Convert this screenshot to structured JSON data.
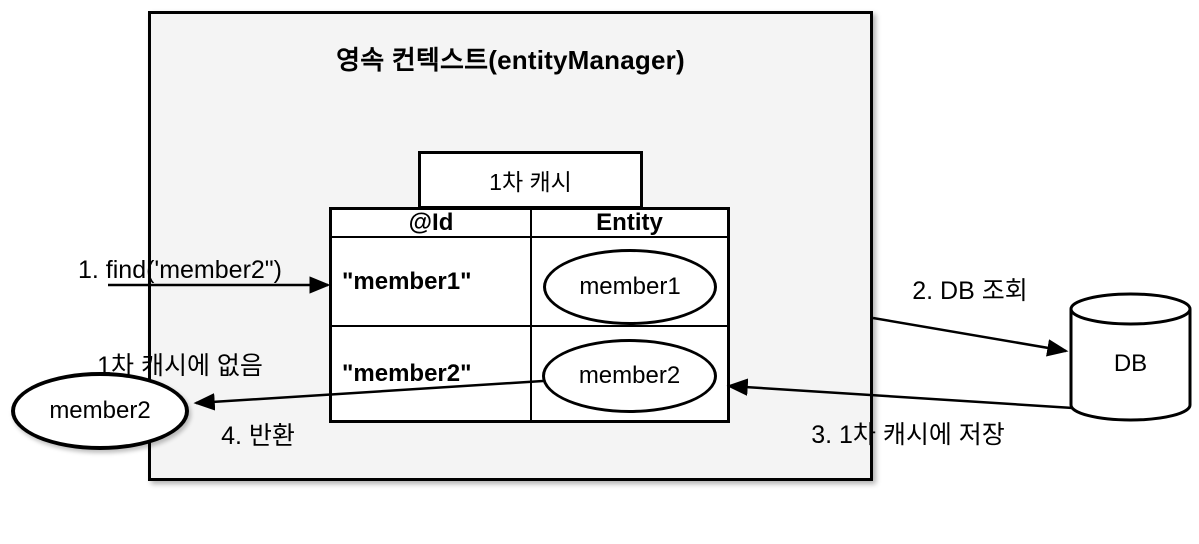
{
  "diagram": {
    "title": "영속 컨텍스트(entityManager)",
    "cache_label": "1차 캐시",
    "table": {
      "headers": [
        "@Id",
        "Entity"
      ],
      "rows": [
        {
          "id": "\"member1\"",
          "entity": "member1"
        },
        {
          "id": "\"member2\"",
          "entity": "member2"
        }
      ]
    },
    "result_entity": "member2",
    "db_label": "DB",
    "steps": {
      "step1_line1": "1. find('member2\")",
      "step1_line2": "1차 캐시에 없음",
      "step2": "2. DB 조회",
      "step3": "3. 1차 캐시에 저장",
      "step4": "4. 반환"
    },
    "colors": {
      "stroke": "#000000",
      "context_fill": "#f4f4f4",
      "shape_fill": "#ffffff",
      "background": "#ffffff"
    }
  }
}
